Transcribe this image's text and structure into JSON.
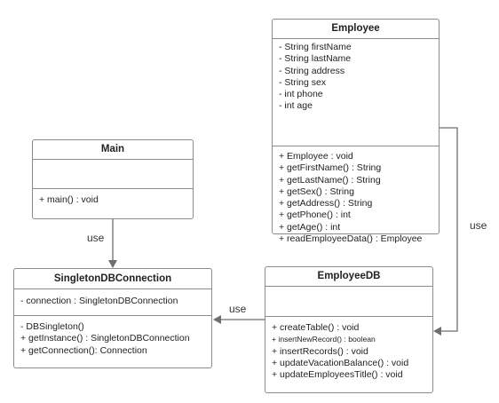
{
  "employee": {
    "title": "Employee",
    "attributes": [
      "- String firstName",
      "- String lastName",
      "- String address",
      "- String sex",
      "- int phone",
      "- int age"
    ],
    "methods": [
      "+ Employee : void",
      "+ getFirstName() : String",
      "+ getLastName() : String",
      "+ getSex() : String",
      "+ getAddress() : String",
      "+ getPhone() : int",
      "+ getAge() : int",
      "+ readEmployeeData() : Employee"
    ]
  },
  "main": {
    "title": "Main",
    "methods": [
      "+ main() : void"
    ]
  },
  "singleton": {
    "title": "SingletonDBConnection",
    "attributes": [
      "- connection : SingletonDBConnection"
    ],
    "methods": [
      "- DBSingleton()",
      "+ getInstance() : SingletonDBConnection",
      "+ getConnection(): Connection"
    ]
  },
  "employeedb": {
    "title": "EmployeeDB",
    "methods": [
      "+ createTable() : void",
      "+ insertNewRecord() : boolean",
      "+ insertRecords() : void",
      "+ updateVacationBalance() : void",
      "+ updateEmployeesTitle() : void"
    ]
  },
  "labels": {
    "main_to_singleton": "use",
    "employeedb_to_singleton": "use",
    "employeedb_to_employee": "use"
  }
}
